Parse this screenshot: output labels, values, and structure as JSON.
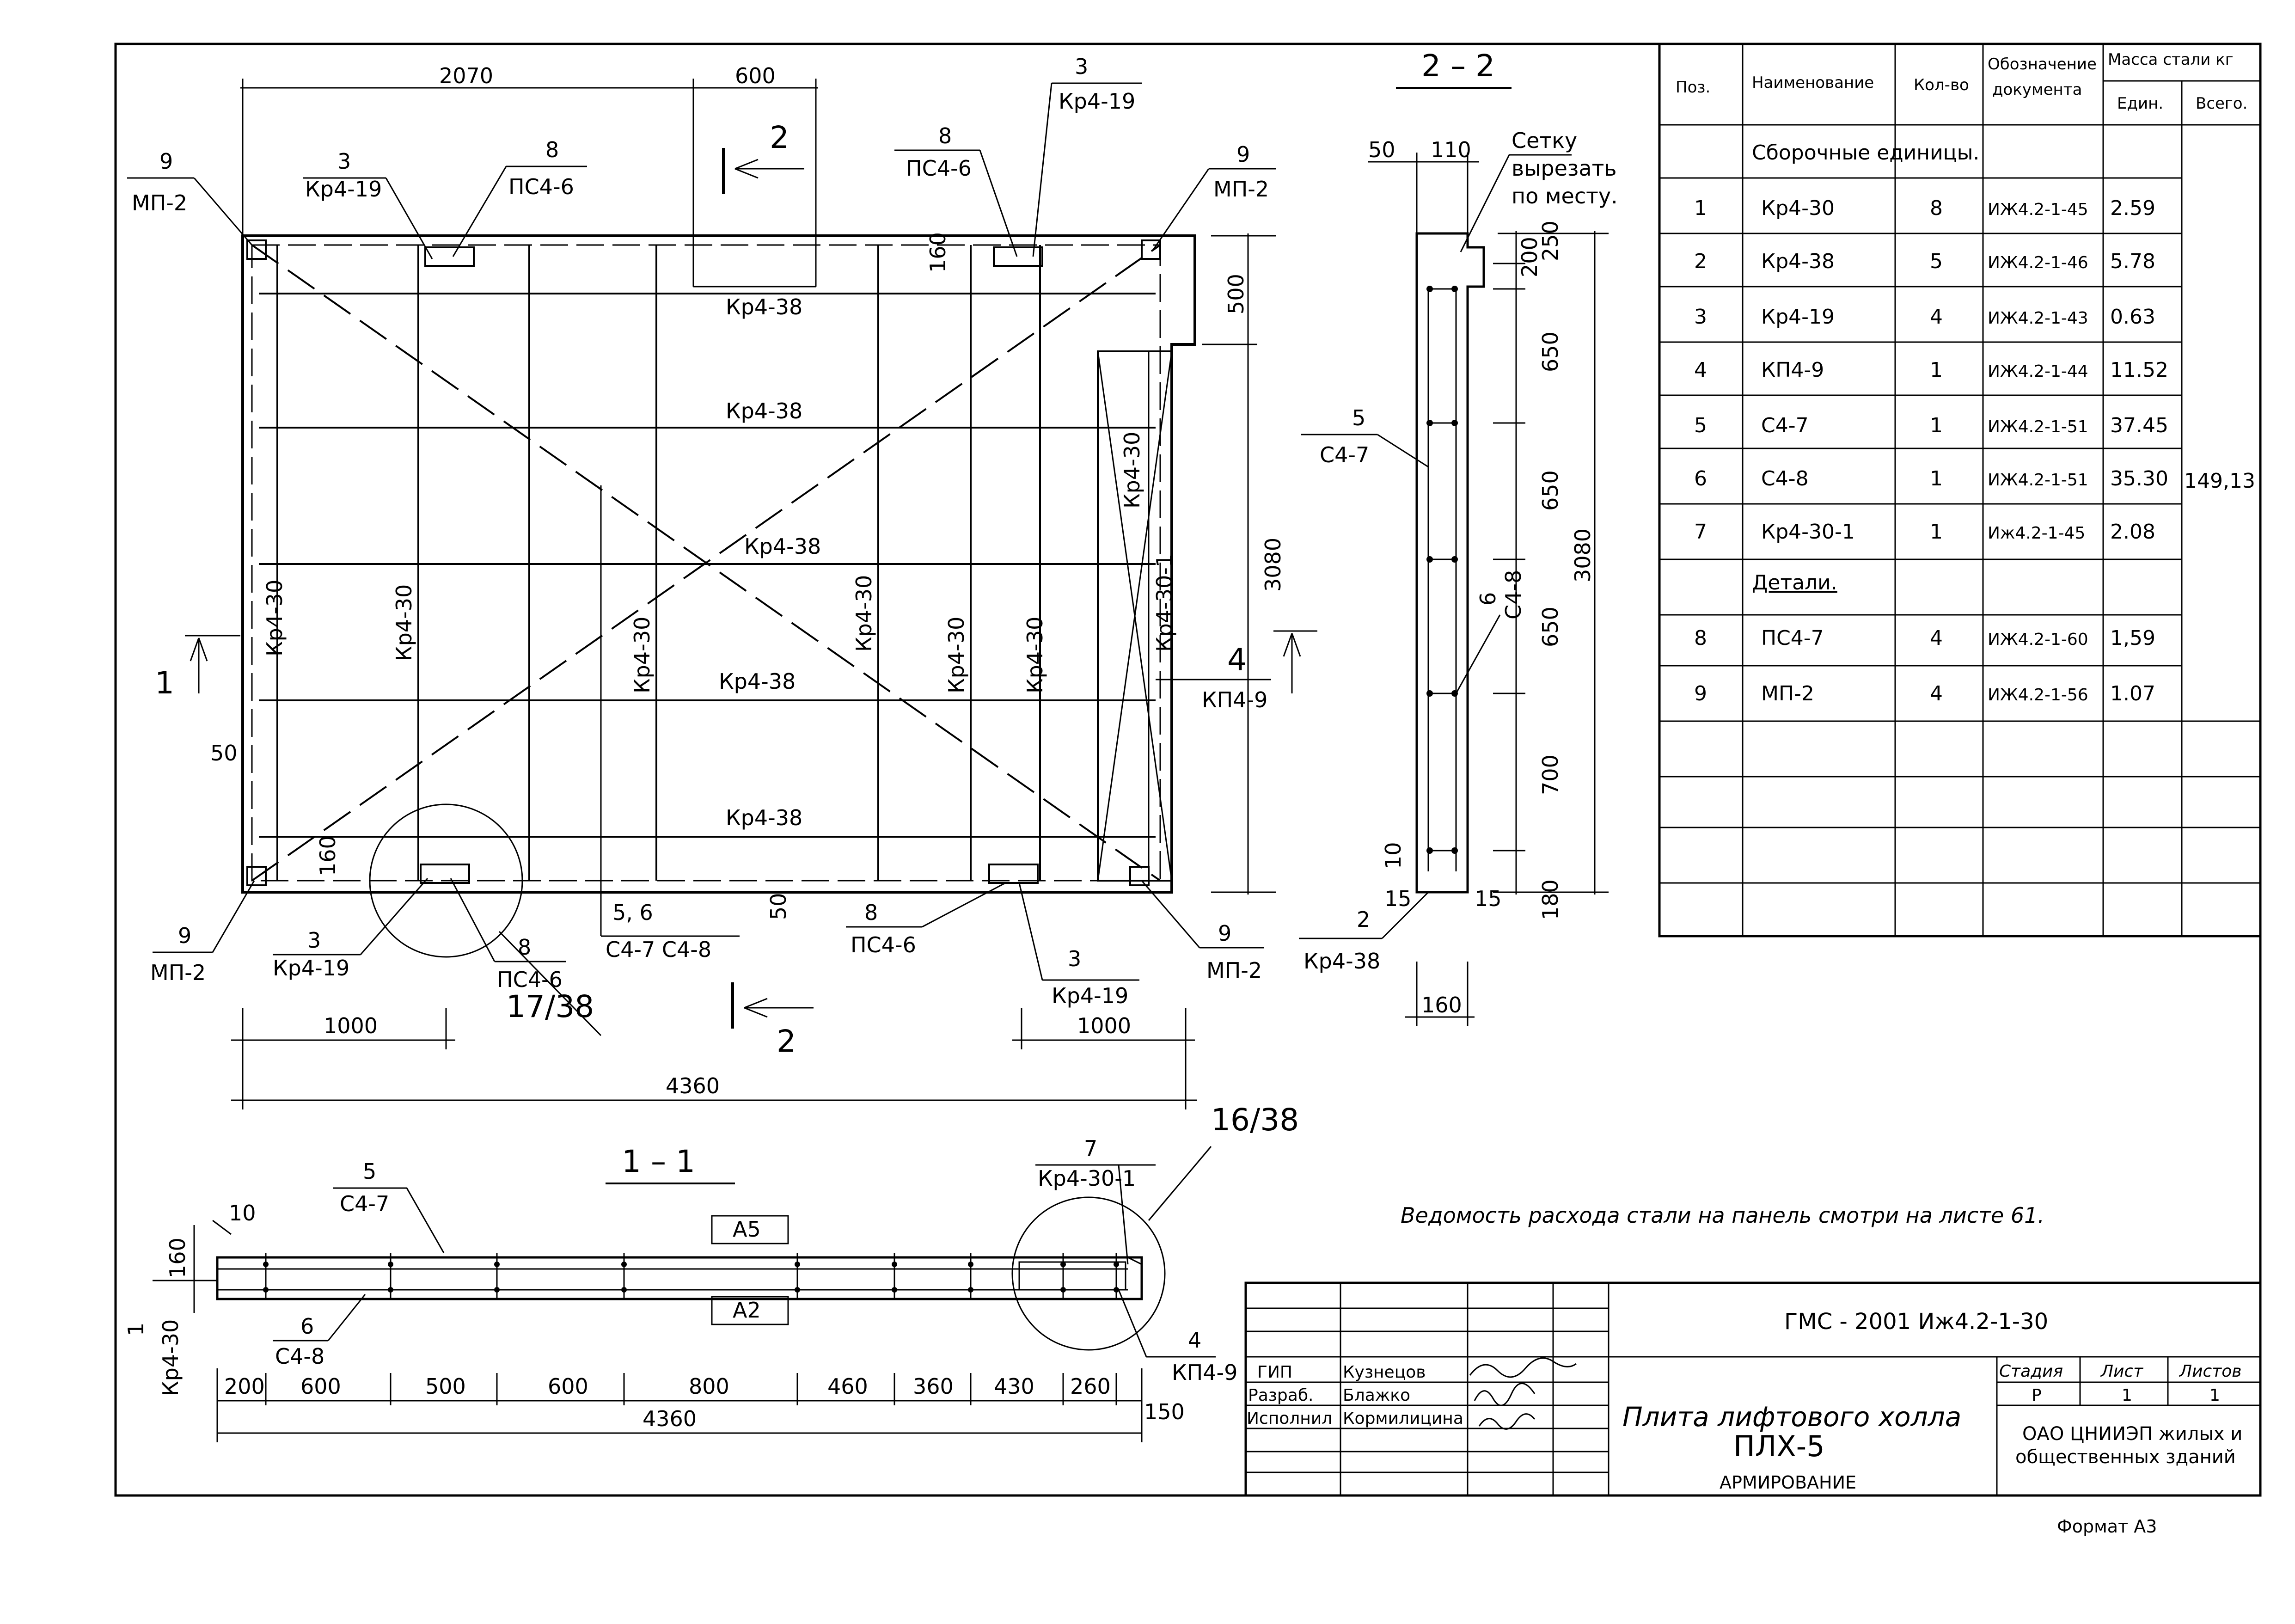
{
  "plan": {
    "dims": {
      "top_2070": "2070",
      "top_600": "600",
      "bottom_1000_left": "1000",
      "bottom_1000_right": "1000",
      "total_4360": "4360",
      "right_3080": "3080",
      "right_500": "500",
      "inner_160_top": "160",
      "inner_160_bottom": "160",
      "left_50": "50",
      "bottom_50": "50"
    },
    "section_marks": {
      "top_2": "2",
      "bottom_2": "2",
      "left_1": "1",
      "right_4": "4"
    },
    "callouts": {
      "tl_num": "9",
      "tl_name": "МП-2",
      "t3_num": "3",
      "t3_name": "Кр4-19",
      "t8_num": "8",
      "t8_name": "ПС4-6",
      "tr8_num": "8",
      "tr8_name": "ПС4-6",
      "tr3_num": "3",
      "tr3_name": "Кр4-19",
      "tr_num": "9",
      "tr_name": "МП-2",
      "r4_name": "КП4-9",
      "bl_num": "9",
      "bl_name": "МП-2",
      "b3_num": "3",
      "b3_name": "Кр4-19",
      "b8_num": "8",
      "b8_name": "ПС4-6",
      "detail_1738": "17/38",
      "b56_num": "5, 6",
      "b56_name": "С4-7  С4-8",
      "br8_num": "8",
      "br8_name": "ПС4-6",
      "br3_num": "3",
      "br3_name": "Кр4-19",
      "br_num": "9",
      "br_name": "МП-2"
    },
    "bars": {
      "h1": "Кр4-38",
      "h2": "Кр4-38",
      "h3": "Кр4-38",
      "h4": "Кр4-38",
      "h5": "Кр4-38",
      "v1": "Кр4-30",
      "v2": "Кр4-30",
      "v3": "Кр4-30",
      "v4": "Кр4-30",
      "v5": "Кр4-30",
      "v6": "Кр4-30",
      "v7": "Кр4-30",
      "v8": "Кр4-30-1"
    }
  },
  "section22": {
    "title": "2 – 2",
    "note_l1": "Сетку",
    "note_l2": "вырезать",
    "note_l3": "по месту.",
    "dim_50": "50",
    "dim_110": "110",
    "dim_200": "200",
    "dim_250": "250",
    "dim_650a": "650",
    "dim_650b": "650",
    "dim_650c": "650",
    "dim_700": "700",
    "dim_10": "10",
    "dim_180": "180",
    "dim_15a": "15",
    "dim_15b": "15",
    "dim_3080": "3080",
    "dim_160": "160",
    "c5_num": "5",
    "c5_name": "С4-7",
    "c6_num": "6",
    "c6_name": "С4-8",
    "c2_num": "2",
    "c2_name": "Кр4-38"
  },
  "section11": {
    "title": "1 – 1",
    "detail_1638": "16/38",
    "c5_num": "5",
    "c5_name": "С4-7",
    "c6_num": "6",
    "c6_name": "С4-8",
    "c7_num": "7",
    "c7_name": "Кр4-30-1",
    "c4_num": "4",
    "c4_name": "КП4-9",
    "c1_num": "1",
    "c1_name": "Кр4-30",
    "tag_a5": "А5",
    "tag_a2": "А2",
    "dim_10": "10",
    "dim_160": "160",
    "dims": [
      "200",
      "600",
      "500",
      "600",
      "800",
      "460",
      "360",
      "430",
      "260"
    ],
    "dim_150": "150",
    "dim_total": "4360"
  },
  "spec_table": {
    "headers": {
      "pos": "Поз.",
      "name": "Наименование",
      "qty": "Кол-во",
      "doc_l1": "Обозначение",
      "doc_l2": "документа",
      "mass": "Масса стали  кг",
      "unit": "Eдин.",
      "total": "Всего."
    },
    "group1": "Сборочные  единицы.",
    "group2": "Детали.",
    "rows": [
      {
        "pos": "1",
        "name": "Кр4-30",
        "qty": "8",
        "doc": "ИЖ4.2-1-45",
        "unit": "2.59"
      },
      {
        "pos": "2",
        "name": "Кр4-38",
        "qty": "5",
        "doc": "ИЖ4.2-1-46",
        "unit": "5.78"
      },
      {
        "pos": "3",
        "name": "Кр4-19",
        "qty": "4",
        "doc": "ИЖ4.2-1-43",
        "unit": "0.63"
      },
      {
        "pos": "4",
        "name": "КП4-9",
        "qty": "1",
        "doc": "ИЖ4.2-1-44",
        "unit": "11.52"
      },
      {
        "pos": "5",
        "name": "С4-7",
        "qty": "1",
        "doc": "ИЖ4.2-1-51",
        "unit": "37.45"
      },
      {
        "pos": "6",
        "name": "С4-8",
        "qty": "1",
        "doc": "ИЖ4.2-1-51",
        "unit": "35.30"
      },
      {
        "pos": "7",
        "name": "Кр4-30-1",
        "qty": "1",
        "doc": "Иж4.2-1-45",
        "unit": "2.08"
      }
    ],
    "detail_rows": [
      {
        "pos": "8",
        "name": "ПС4-7",
        "qty": "4",
        "doc": "ИЖ4.2-1-60",
        "unit": "1,59"
      },
      {
        "pos": "9",
        "name": "МП-2",
        "qty": "4",
        "doc": "ИЖ4.2-1-56",
        "unit": "1.07"
      }
    ],
    "total": "149,13"
  },
  "note": "Ведомость расхода стали на панель смотри на листе 61.",
  "title_block": {
    "code": "ГМС - 2001    Иж4.2-1-30",
    "roles": [
      "ГИП",
      "Разраб.",
      "Исполнил"
    ],
    "people": [
      "Кузнецов",
      "Блажко",
      "Кормилицина"
    ],
    "title_l1": "Плита  лифтового  холла",
    "title_l2": "ПЛХ-5",
    "title_l3": "АРМИРОВАНИЕ",
    "stage_label": "Стадия",
    "sheet_label": "Лист",
    "sheets_label": "Листов",
    "stage": "Р",
    "sheet": "1",
    "sheets": "1",
    "org_l1": "ОАО ЦНИИЭП жилых и",
    "org_l2": "общественных зданий"
  },
  "format": "Формат А3"
}
